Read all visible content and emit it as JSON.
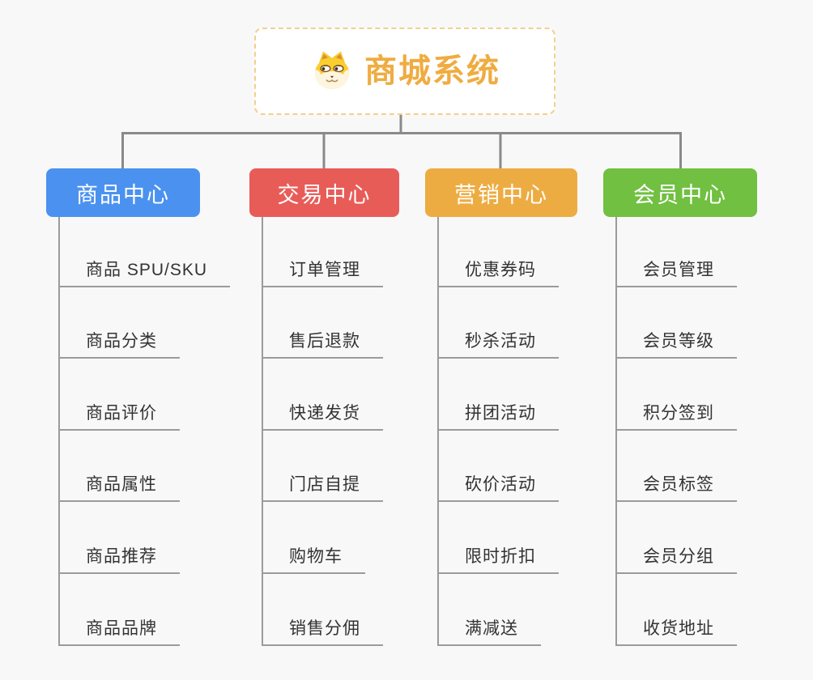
{
  "root": {
    "title": "商城系统",
    "icon": "shiba-dog-icon"
  },
  "colors": {
    "background": "#f8f8f8",
    "root_border": "#f4cf8e",
    "root_text": "#efac41",
    "connector": "#8a8a8a",
    "item_line": "#9b9b9b",
    "item_text": "#333333",
    "header_text": "#ffffff"
  },
  "branches": [
    {
      "label": "商品中心",
      "color": "#4b92f0",
      "items": [
        "商品 SPU/SKU",
        "商品分类",
        "商品评价",
        "商品属性",
        "商品推荐",
        "商品品牌"
      ]
    },
    {
      "label": "交易中心",
      "color": "#e85c58",
      "items": [
        "订单管理",
        "售后退款",
        "快递发货",
        "门店自提",
        "购物车",
        "销售分佣"
      ]
    },
    {
      "label": "营销中心",
      "color": "#edac42",
      "items": [
        "优惠券码",
        "秒杀活动",
        "拼团活动",
        "砍价活动",
        "限时折扣",
        "满减送"
      ]
    },
    {
      "label": "会员中心",
      "color": "#71c041",
      "items": [
        "会员管理",
        "会员等级",
        "积分签到",
        "会员标签",
        "会员分组",
        "收货地址"
      ]
    }
  ]
}
